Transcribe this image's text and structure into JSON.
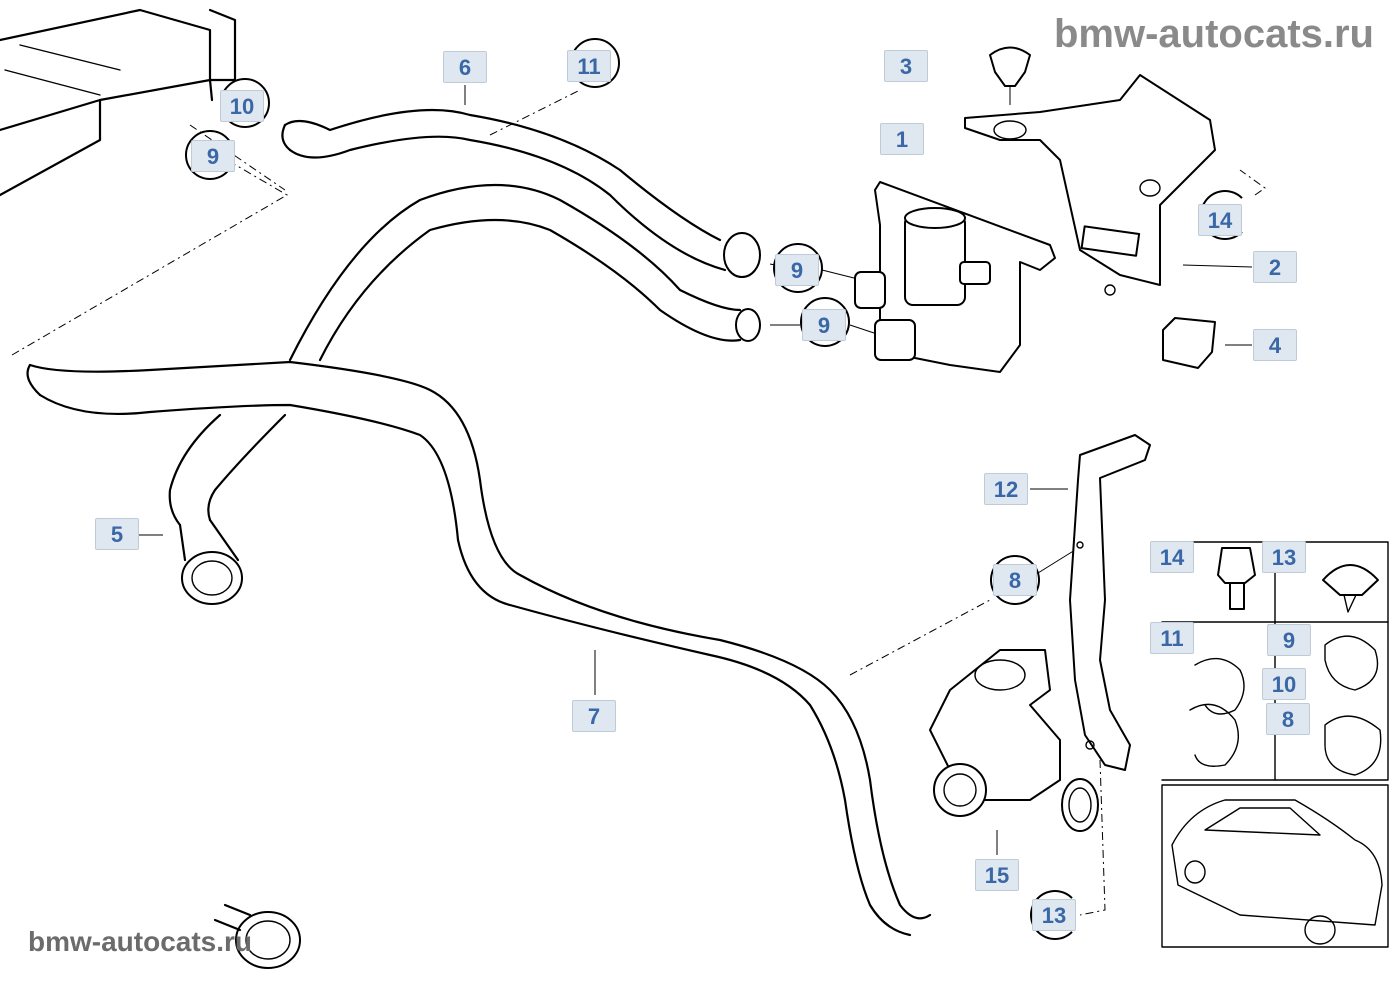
{
  "watermark": {
    "top_right": "bmw-autocats.ru",
    "bottom_left": "bmw-autocats.ru"
  },
  "callouts": {
    "c1": "1",
    "c2": "2",
    "c3": "3",
    "c4": "4",
    "c5": "5",
    "c6": "6",
    "c7": "7",
    "c8": "8",
    "c9a": "9",
    "c9b": "9",
    "c9c": "9",
    "c10": "10",
    "c11": "11",
    "c12": "12",
    "c13": "13",
    "c14": "14",
    "c15": "15"
  },
  "legend": {
    "l14": "14",
    "l13": "13",
    "l11": "11",
    "l9": "9",
    "l10": "10",
    "l8": "8"
  }
}
